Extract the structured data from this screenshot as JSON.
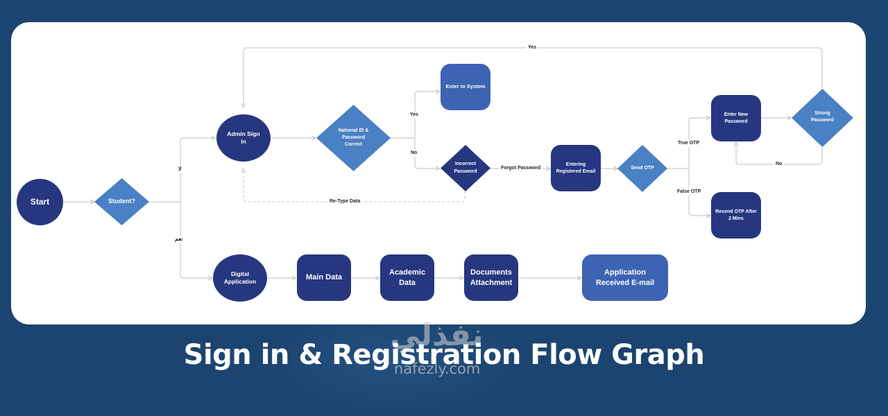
{
  "title": "Sign in & Registration Flow Graph",
  "watermark": {
    "arabic": "نفذلي",
    "latin": "nafezly.com"
  },
  "colors": {
    "background": "#1c4470",
    "node_dark": "#27377f",
    "node_mid": "#3d63b3",
    "node_light": "#4a80c4",
    "edge": "#c8c8c8"
  },
  "nodes": {
    "start": "Start",
    "student": "Student?",
    "admin_sign_in": [
      "Admin Sign",
      "in"
    ],
    "national_id_check": [
      "National ID &",
      "Password",
      "Correct"
    ],
    "enter_to_system": "Enter to System",
    "incorrect_password": [
      "Incorrect",
      "Password"
    ],
    "entering_email": [
      "Entering",
      "Registered Email"
    ],
    "send_otp": "Send OTP",
    "enter_new_password": [
      "Enter New",
      "Password"
    ],
    "strong_password": [
      "Strong",
      "Password"
    ],
    "resend_otp": [
      "Resend OTP After",
      "2 Mins"
    ],
    "digital_application": [
      "Digital",
      "Application"
    ],
    "main_data": "Main Data",
    "academic_data": [
      "Academic",
      "Data"
    ],
    "documents_attachment": [
      "Documents",
      "Attachment"
    ],
    "application_received": [
      "Application",
      "Received E-mail"
    ]
  },
  "edge_labels": {
    "no_ar": "لا",
    "yes_ar": "نعم",
    "yes_top": "Yes",
    "yes_system": "Yes",
    "no_incorrect": "No",
    "forgot_password": "Forgot Password",
    "retype_data": "Re-Type Data",
    "true_otp": "True OTP",
    "false_otp": "False OTP",
    "no_weak": "No"
  }
}
